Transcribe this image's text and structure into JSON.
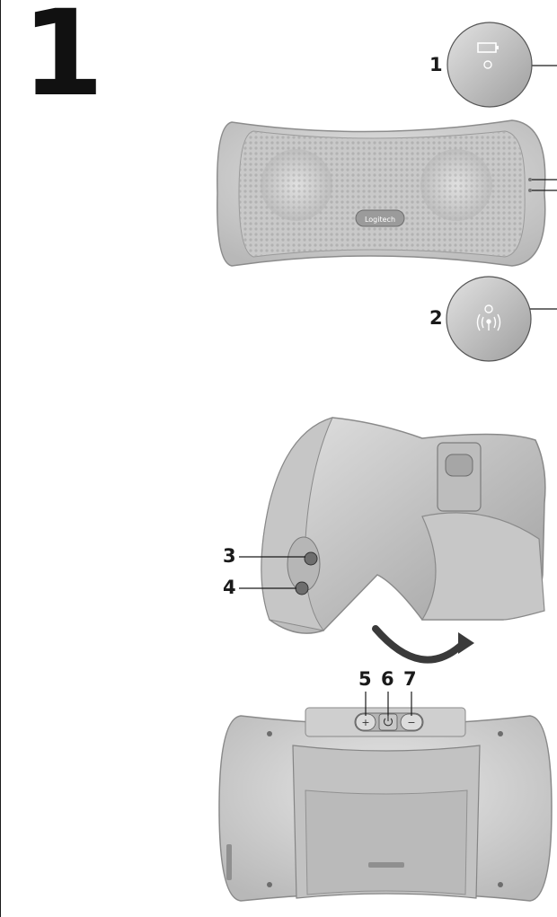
{
  "page": {
    "step_number": "1"
  },
  "figure_top": {
    "brand_label": "Logitech",
    "callouts": [
      {
        "number": "1",
        "icon": "battery-icon",
        "meaning": ""
      },
      {
        "number": "2",
        "icon": "wireless-signal-icon",
        "meaning": ""
      }
    ]
  },
  "figure_side": {
    "callouts": [
      {
        "number": "3"
      },
      {
        "number": "4"
      }
    ]
  },
  "figure_back": {
    "callouts": [
      {
        "number": "5",
        "icon": "volume-up-icon"
      },
      {
        "number": "6",
        "icon": "power-icon"
      },
      {
        "number": "7",
        "icon": "volume-down-icon"
      }
    ],
    "button_glyphs": {
      "plus": "+",
      "minus": "−"
    }
  },
  "colors": {
    "speaker_body": "#d4d4d4",
    "speaker_shadow": "#a9a9a9",
    "grille": "#bdbdbd",
    "line": "#1a1a1a",
    "arrow": "#3a3a3a"
  }
}
